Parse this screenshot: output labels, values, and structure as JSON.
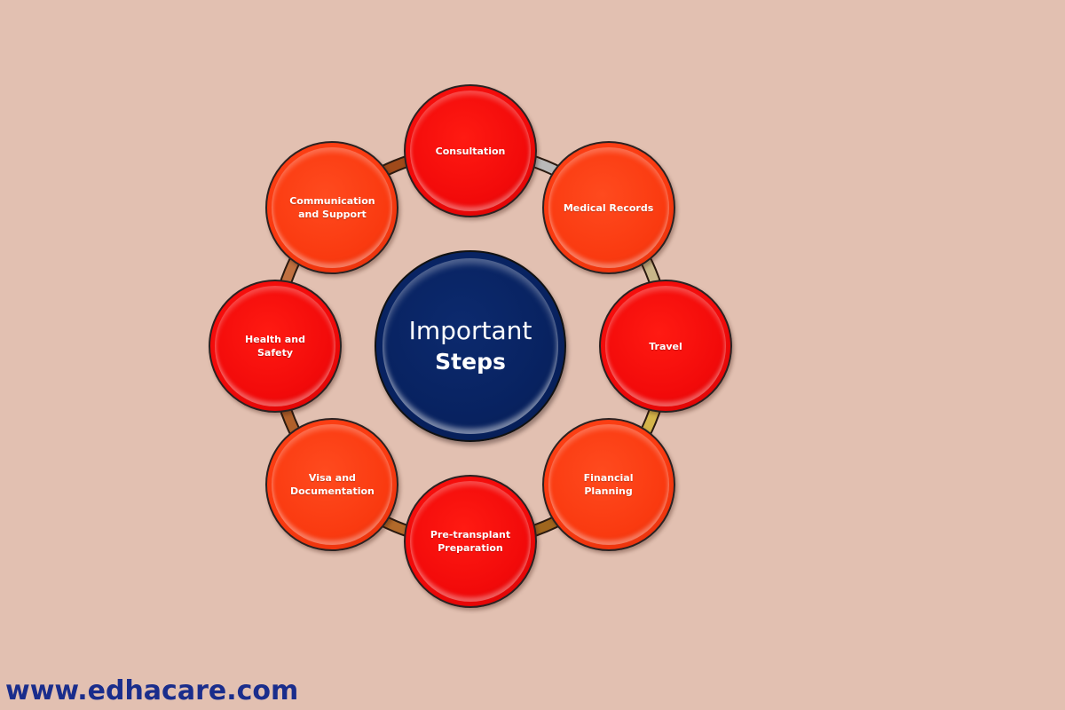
{
  "center": {
    "line1": "Important",
    "line2": "Steps"
  },
  "steps": [
    {
      "label": "Consultation",
      "color": "red"
    },
    {
      "label": "Medical Records",
      "color": "orange"
    },
    {
      "label": "Travel",
      "color": "red"
    },
    {
      "label": "Financial\nPlanning",
      "color": "orange"
    },
    {
      "label": "Pre-transplant\nPreparation",
      "color": "red"
    },
    {
      "label": "Visa and\nDocumentation",
      "color": "orange"
    },
    {
      "label": "Health and Safety",
      "color": "red"
    },
    {
      "label": "Communication\nand Support",
      "color": "orange"
    }
  ],
  "colors": {
    "background": "#e2c0b1",
    "center_fill": "#082260",
    "node_red": "#f20a0a",
    "node_orange": "#fa3a10",
    "website_text": "#1a2d8c",
    "ring_segments": [
      "#b9b9b9",
      "#c8b68a",
      "#d4b44a",
      "#a0661e",
      "#b26a2a",
      "#b0602a",
      "#c07040",
      "#a04a1a"
    ]
  },
  "footer": {
    "website": "www.edhacare.com"
  }
}
